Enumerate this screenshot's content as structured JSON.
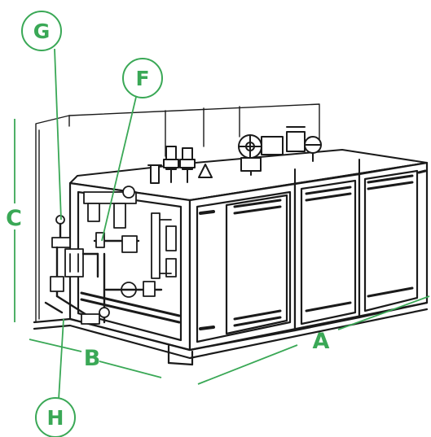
{
  "accent_color": "#3aa856",
  "callouts": {
    "g": "G",
    "f": "F",
    "h": "H"
  },
  "dimensions": {
    "a": "A",
    "b": "B",
    "c": "C"
  }
}
